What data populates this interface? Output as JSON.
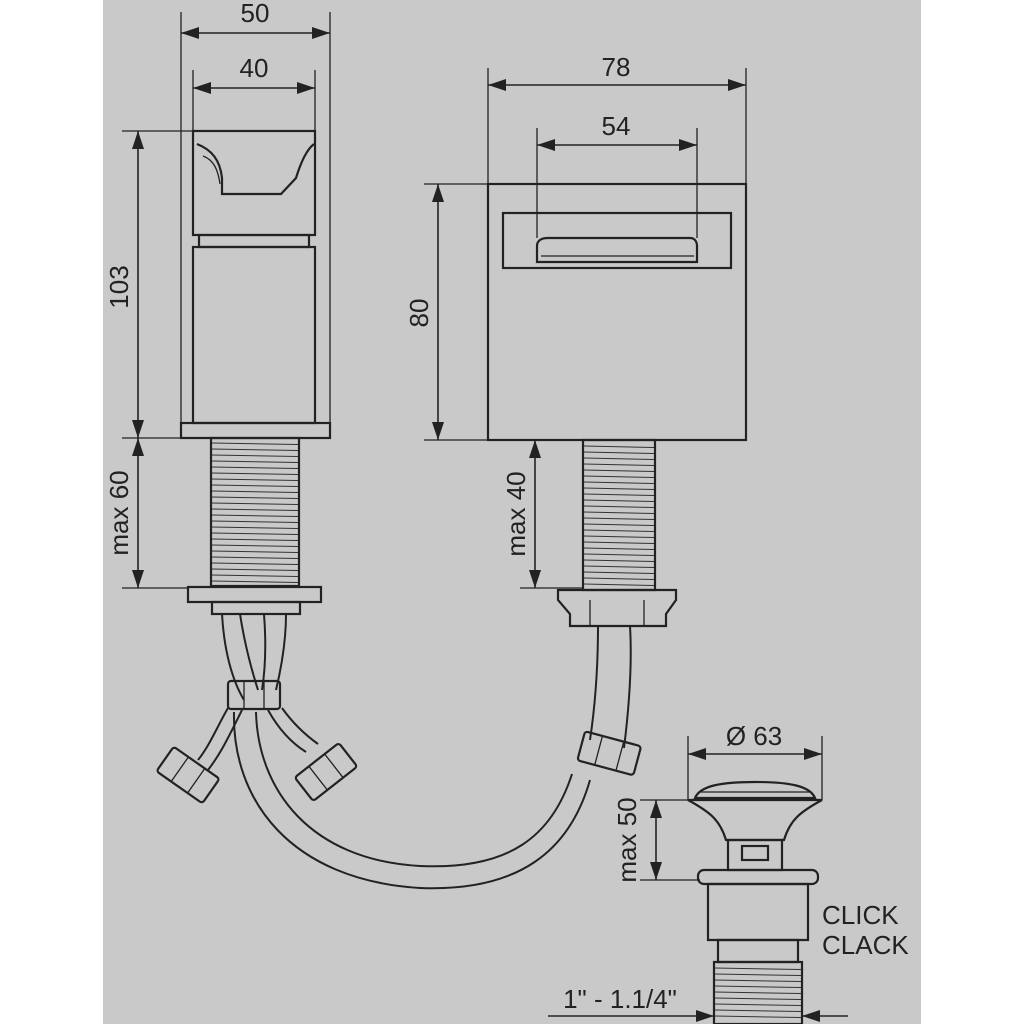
{
  "colors": {
    "background": "#c9c9c9",
    "margin": "#ffffff",
    "line": "#222222"
  },
  "spout": {
    "width_outer": "50",
    "width_inner": "40",
    "height": "103",
    "tail_length": "max 60"
  },
  "handle": {
    "width_outer": "78",
    "width_inner": "54",
    "height": "80",
    "tail_length": "max 40"
  },
  "drain": {
    "diameter": "Ø 63",
    "length": "max 50",
    "type_line1": "CLICK",
    "type_line2": "CLACK",
    "thread_size": "1\" - 1.1/4\""
  }
}
